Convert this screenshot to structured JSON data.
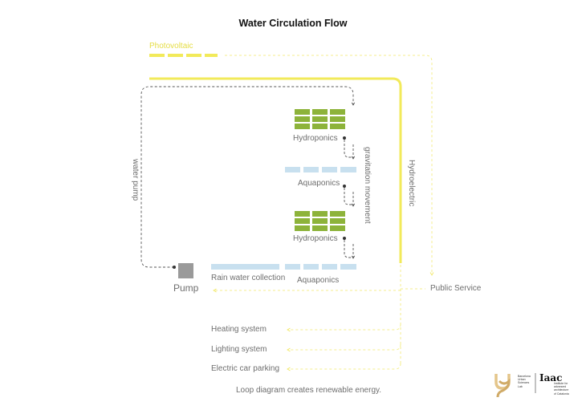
{
  "title": "Water Circulation Flow",
  "labels": {
    "photovoltaic": "Photovoltaic",
    "hydroponics_top": "Hydroponics",
    "aquaponics_top": "Aquaponics",
    "hydroponics_mid": "Hydroponics",
    "aquaponics_bottom": "Aquaponics",
    "rain_water": "Rain water collection",
    "pump": "Pump",
    "water_pump": "water pump",
    "gravitation": "gravitation movement",
    "hydroelectric": "Hydroelectric",
    "public_service": "Public Service",
    "heating": "Heating system",
    "lighting": "Lighting system",
    "ev_parking": "Electric car parking"
  },
  "caption": "Loop diagram creates renewable energy.",
  "logos": {
    "bus_text": [
      "Barcelona",
      "Urban",
      "Sciences",
      "Lab"
    ],
    "iaac_mark": "Iaac",
    "iaac_text": [
      "Institute for",
      "advanced",
      "architecture",
      "of Catalonia"
    ]
  },
  "colors": {
    "energy": "#f2ea5a",
    "energy_dashed": "#f4ee8c",
    "hydroponics": "#8db33a",
    "aquaponics": "#c8e0ef",
    "pump": "#9a9a9a",
    "flow": "#555555"
  }
}
